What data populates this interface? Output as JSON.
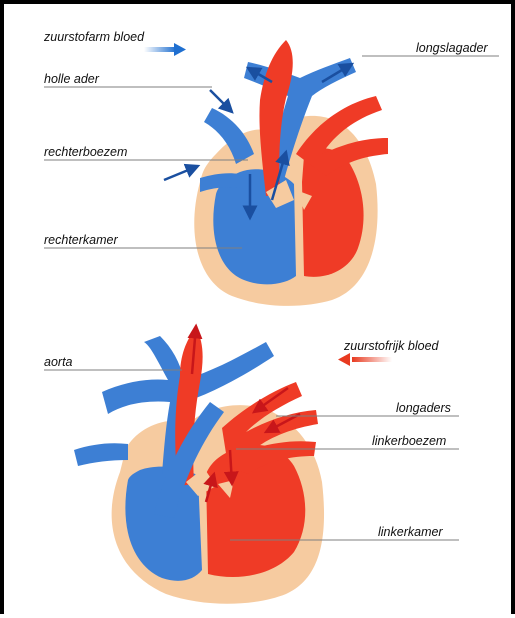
{
  "legend": {
    "deoxygenated": "zuurstofarm bloed",
    "oxygenated": "zuurstofrijk bloed"
  },
  "labels": {
    "holle_ader": "holle ader",
    "rechterboezem": "rechterboezem",
    "rechterkamer": "rechterkamer",
    "longslagader": "longslagader",
    "aorta": "aorta",
    "longaders": "longaders",
    "linkerboezem": "linkerboezem",
    "linkerkamer": "linkerkamer"
  },
  "colors": {
    "blue": "#3d7fd4",
    "red": "#ef3b26",
    "tissue": "#f6cba0",
    "line": "#7f7f7f"
  }
}
